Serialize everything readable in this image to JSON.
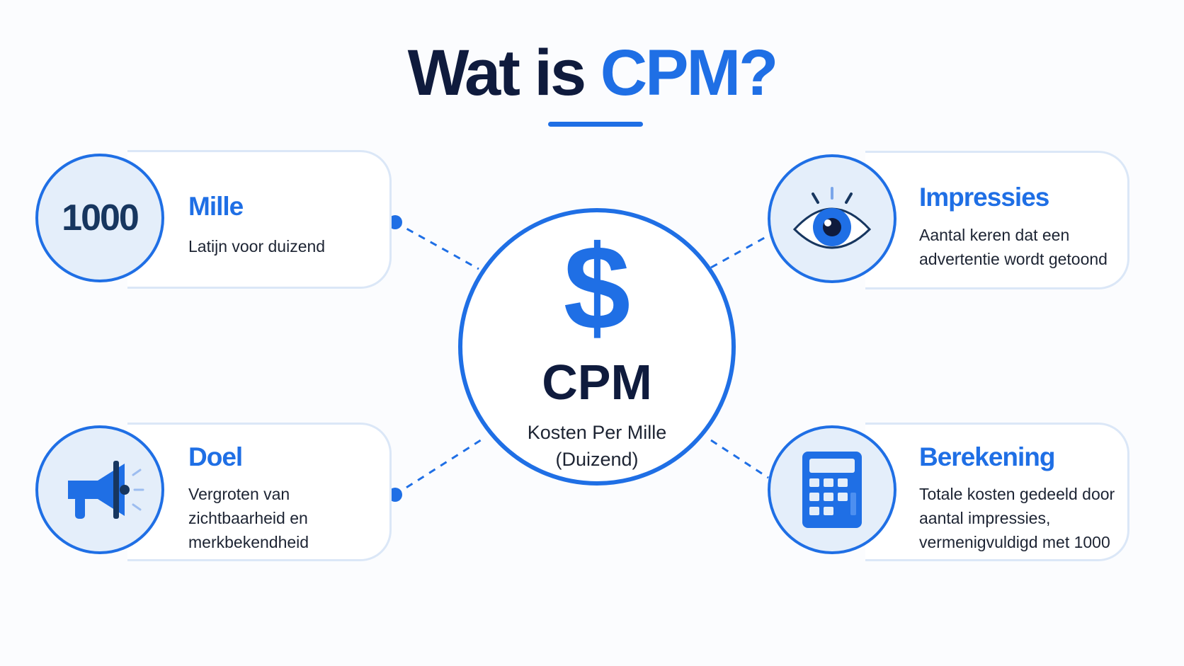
{
  "title": {
    "prefix": "Wat is ",
    "accent": "CPM?"
  },
  "center": {
    "icon": "dollar-sign-icon",
    "symbol": "$",
    "title": "CPM",
    "subtitle_line1": "Kosten Per Mille",
    "subtitle_line2": "(Duizend)"
  },
  "cards": {
    "mille": {
      "badge_text": "1000",
      "title": "Mille",
      "lines": [
        "Latijn voor duizend"
      ]
    },
    "impressies": {
      "icon": "eye-icon",
      "title": "Impressies",
      "lines": [
        "Aantal keren dat een",
        "advertentie wordt getoond"
      ]
    },
    "doel": {
      "icon": "megaphone-icon",
      "title": "Doel",
      "lines": [
        "Vergroten van",
        "zichtbaarheid en",
        "merkbekendheid"
      ]
    },
    "berekening": {
      "icon": "calculator-icon",
      "title": "Berekening",
      "lines": [
        "Totale kosten gedeeld door",
        "aantal impressies,",
        "vermenigvuldigd met 1000"
      ]
    }
  },
  "colors": {
    "accent": "#1f6fe5",
    "dark_text": "#0f1b3d",
    "badge_fill": "#e4eefa",
    "card_border": "#dbe7f7",
    "background": "#fbfcfe"
  }
}
